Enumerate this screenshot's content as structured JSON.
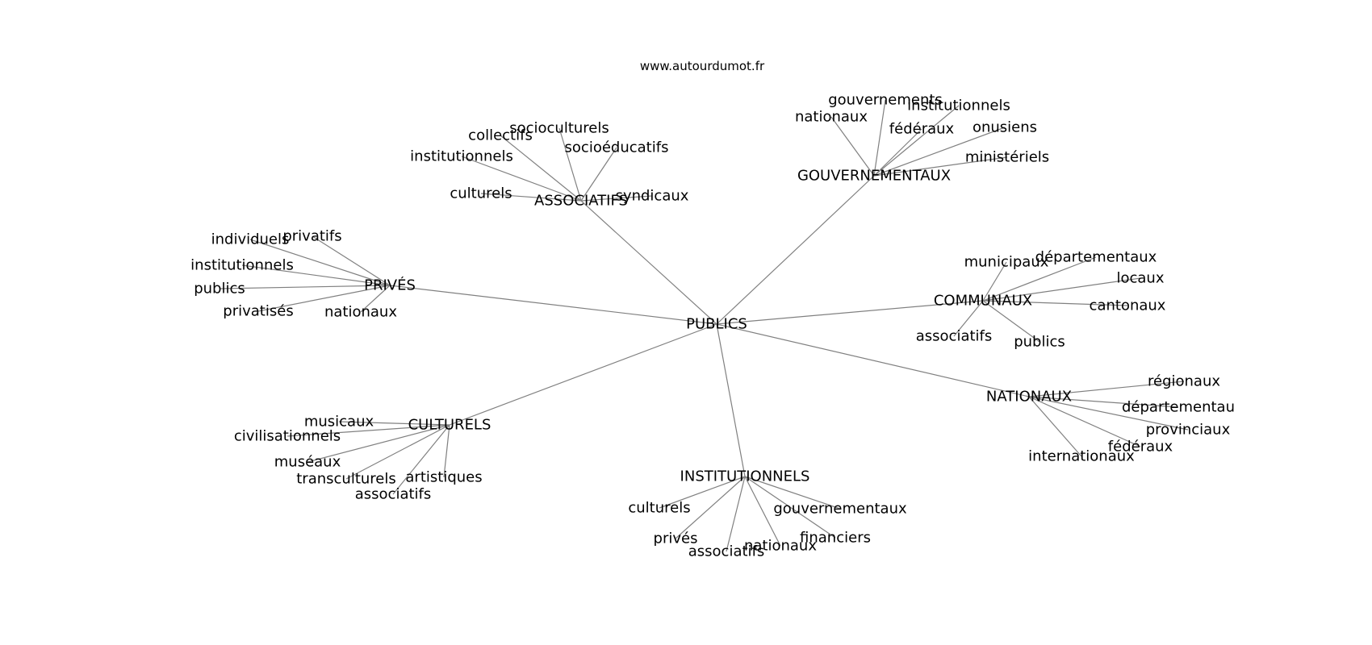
{
  "watermark": "www.autourdumot.fr",
  "nodes": [
    {
      "id": "center",
      "label": "PUBLICS"
    },
    {
      "id": "gouv",
      "label": "GOUVERNEMENTAUX"
    },
    {
      "id": "gouv-1",
      "label": "gouvernements"
    },
    {
      "id": "gouv-2",
      "label": "nationaux"
    },
    {
      "id": "gouv-3",
      "label": "institutionnels"
    },
    {
      "id": "gouv-4",
      "label": "fédéraux"
    },
    {
      "id": "gouv-5",
      "label": "onusiens"
    },
    {
      "id": "gouv-6",
      "label": "ministériels"
    },
    {
      "id": "asso",
      "label": "ASSOCIATIFS"
    },
    {
      "id": "asso-1",
      "label": "socioculturels"
    },
    {
      "id": "asso-2",
      "label": "collectifs"
    },
    {
      "id": "asso-3",
      "label": "socioéducatifs"
    },
    {
      "id": "asso-4",
      "label": "institutionnels"
    },
    {
      "id": "asso-5",
      "label": "culturels"
    },
    {
      "id": "asso-6",
      "label": "syndicaux"
    },
    {
      "id": "prive",
      "label": "PRIVÉS"
    },
    {
      "id": "prive-1",
      "label": "individuels"
    },
    {
      "id": "prive-2",
      "label": "privatifs"
    },
    {
      "id": "prive-3",
      "label": "institutionnels"
    },
    {
      "id": "prive-4",
      "label": "publics"
    },
    {
      "id": "prive-5",
      "label": "privatisés"
    },
    {
      "id": "prive-6",
      "label": "nationaux"
    },
    {
      "id": "comm",
      "label": "COMMUNAUX"
    },
    {
      "id": "comm-1",
      "label": "municipaux"
    },
    {
      "id": "comm-2",
      "label": "départementaux"
    },
    {
      "id": "comm-3",
      "label": "locaux"
    },
    {
      "id": "comm-4",
      "label": "cantonaux"
    },
    {
      "id": "comm-5",
      "label": "associatifs"
    },
    {
      "id": "comm-6",
      "label": "publics"
    },
    {
      "id": "nat",
      "label": "NATIONAUX"
    },
    {
      "id": "nat-1",
      "label": "régionaux"
    },
    {
      "id": "nat-2",
      "label": "départementau"
    },
    {
      "id": "nat-3",
      "label": "provinciaux"
    },
    {
      "id": "nat-4",
      "label": "fédéraux"
    },
    {
      "id": "nat-5",
      "label": "internationaux"
    },
    {
      "id": "cult",
      "label": "CULTURELS"
    },
    {
      "id": "cult-1",
      "label": "musicaux"
    },
    {
      "id": "cult-2",
      "label": "civilisationnels"
    },
    {
      "id": "cult-3",
      "label": "muséaux"
    },
    {
      "id": "cult-4",
      "label": "transculturels"
    },
    {
      "id": "cult-5",
      "label": "artistiques"
    },
    {
      "id": "cult-6",
      "label": "associatifs"
    },
    {
      "id": "inst",
      "label": "INSTITUTIONNELS"
    },
    {
      "id": "inst-1",
      "label": "culturels"
    },
    {
      "id": "inst-2",
      "label": "privés"
    },
    {
      "id": "inst-3",
      "label": "associatifs"
    },
    {
      "id": "inst-4",
      "label": "nationaux"
    },
    {
      "id": "inst-5",
      "label": "financiers"
    },
    {
      "id": "inst-6",
      "label": "gouvernementaux"
    }
  ],
  "edges": [
    [
      "center",
      "gouv"
    ],
    [
      "center",
      "asso"
    ],
    [
      "center",
      "prive"
    ],
    [
      "center",
      "comm"
    ],
    [
      "center",
      "nat"
    ],
    [
      "center",
      "cult"
    ],
    [
      "center",
      "inst"
    ],
    [
      "gouv",
      "gouv-1"
    ],
    [
      "gouv",
      "gouv-2"
    ],
    [
      "gouv",
      "gouv-3"
    ],
    [
      "gouv",
      "gouv-4"
    ],
    [
      "gouv",
      "gouv-5"
    ],
    [
      "gouv",
      "gouv-6"
    ],
    [
      "asso",
      "asso-1"
    ],
    [
      "asso",
      "asso-2"
    ],
    [
      "asso",
      "asso-3"
    ],
    [
      "asso",
      "asso-4"
    ],
    [
      "asso",
      "asso-5"
    ],
    [
      "asso",
      "asso-6"
    ],
    [
      "prive",
      "prive-1"
    ],
    [
      "prive",
      "prive-2"
    ],
    [
      "prive",
      "prive-3"
    ],
    [
      "prive",
      "prive-4"
    ],
    [
      "prive",
      "prive-5"
    ],
    [
      "prive",
      "prive-6"
    ],
    [
      "comm",
      "comm-1"
    ],
    [
      "comm",
      "comm-2"
    ],
    [
      "comm",
      "comm-3"
    ],
    [
      "comm",
      "comm-4"
    ],
    [
      "comm",
      "comm-5"
    ],
    [
      "comm",
      "comm-6"
    ],
    [
      "nat",
      "nat-1"
    ],
    [
      "nat",
      "nat-2"
    ],
    [
      "nat",
      "nat-3"
    ],
    [
      "nat",
      "nat-4"
    ],
    [
      "nat",
      "nat-5"
    ],
    [
      "cult",
      "cult-1"
    ],
    [
      "cult",
      "cult-2"
    ],
    [
      "cult",
      "cult-3"
    ],
    [
      "cult",
      "cult-4"
    ],
    [
      "cult",
      "cult-5"
    ],
    [
      "cult",
      "cult-6"
    ],
    [
      "inst",
      "inst-1"
    ],
    [
      "inst",
      "inst-2"
    ],
    [
      "inst",
      "inst-3"
    ],
    [
      "inst",
      "inst-4"
    ],
    [
      "inst",
      "inst-5"
    ],
    [
      "inst",
      "inst-6"
    ]
  ]
}
